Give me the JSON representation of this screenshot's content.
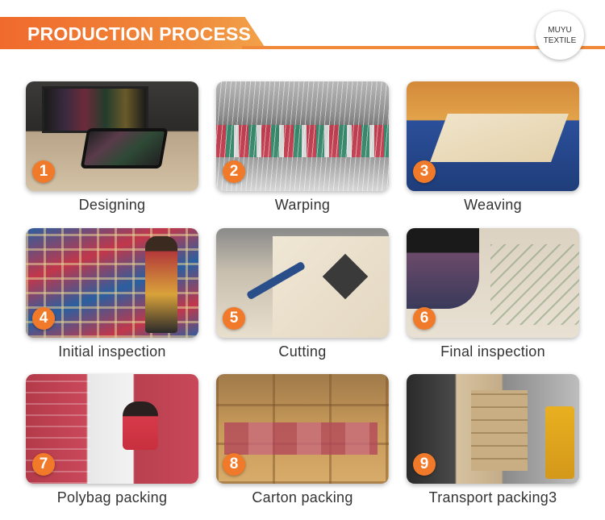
{
  "header": {
    "title": "PRODUCTION PROCESS",
    "logo_line1": "MUYU",
    "logo_line2": "TEXTILE"
  },
  "colors": {
    "accent": "#f07a2a",
    "text": "#333333"
  },
  "steps": [
    {
      "number": "1",
      "label": "Designing"
    },
    {
      "number": "2",
      "label": "Warping"
    },
    {
      "number": "3",
      "label": "Weaving"
    },
    {
      "number": "4",
      "label": "Initial inspection"
    },
    {
      "number": "5",
      "label": "Cutting"
    },
    {
      "number": "6",
      "label": "Final inspection"
    },
    {
      "number": "7",
      "label": "Polybag packing"
    },
    {
      "number": "8",
      "label": "Carton packing"
    },
    {
      "number": "9",
      "label": "Transport packing3"
    }
  ]
}
